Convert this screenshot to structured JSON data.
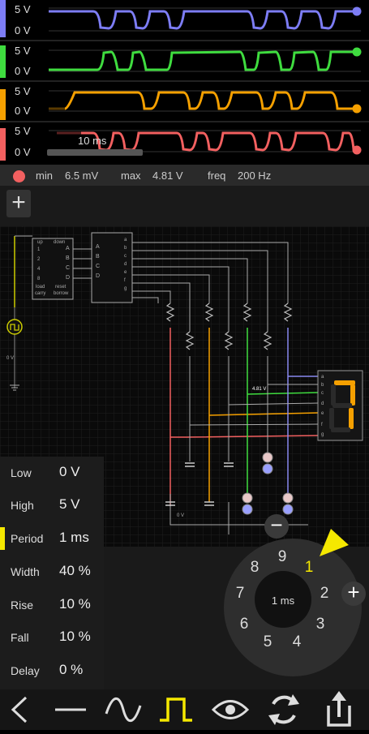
{
  "scope": {
    "channels": [
      {
        "color": "#7d7df5",
        "label_high": "5 V",
        "label_low": "0 V"
      },
      {
        "color": "#3fdc3f",
        "label_high": "5 V",
        "label_low": "0 V"
      },
      {
        "color": "#f5a000",
        "label_high": "5 V",
        "label_low": "0 V"
      },
      {
        "color": "#f26060",
        "label_high": "5 V",
        "label_low": "0 V"
      }
    ],
    "timescale": "10 ms"
  },
  "status": {
    "min_label": "min",
    "min_value": "6.5 mV",
    "max_label": "max",
    "max_value": "4.81 V",
    "freq_label": "freq",
    "freq_value": "200 Hz"
  },
  "add_label": "+",
  "circuit": {
    "counter_labels": {
      "up": "up",
      "down": "down",
      "load": "load",
      "reset": "reset",
      "carry": "carry",
      "borrow": "borrow",
      "in1": "1",
      "in2": "2",
      "in4": "4",
      "in8": "8",
      "outA": "A",
      "outB": "B",
      "outC": "C",
      "outD": "D"
    },
    "decoder_in": [
      "A",
      "B",
      "C",
      "D"
    ],
    "decoder_out": [
      "a",
      "b",
      "c",
      "d",
      "e",
      "f",
      "g"
    ],
    "segment_labels": [
      "a",
      "b",
      "c",
      "d",
      "e",
      "f",
      "g"
    ],
    "display_digit": "7",
    "ground_label": "0 V",
    "ground_label2": "0 V",
    "probe_value": "4.81 V"
  },
  "params": [
    {
      "label": "Low",
      "value": "0 V",
      "active": false
    },
    {
      "label": "High",
      "value": "5 V",
      "active": false
    },
    {
      "label": "Period",
      "value": "1 ms",
      "active": true
    },
    {
      "label": "Width",
      "value": "40 %",
      "active": false
    },
    {
      "label": "Rise",
      "value": "10 %",
      "active": false
    },
    {
      "label": "Fall",
      "value": "10 %",
      "active": false
    },
    {
      "label": "Delay",
      "value": "0 %",
      "active": false
    }
  ],
  "dial": {
    "center": "1 ms",
    "numbers": [
      "1",
      "2",
      "3",
      "4",
      "5",
      "6",
      "7",
      "8",
      "9"
    ],
    "selected": "1",
    "minus": "−",
    "plus": "+"
  },
  "toolbar": [
    {
      "icon": "back-icon"
    },
    {
      "icon": "dc-line-icon"
    },
    {
      "icon": "sine-wave-icon"
    },
    {
      "icon": "pulse-wave-icon",
      "active": true
    },
    {
      "icon": "eye-icon"
    },
    {
      "icon": "cycle-arrows-icon"
    },
    {
      "icon": "share-icon"
    }
  ],
  "colors": {
    "accent": "#f5e800",
    "blue": "#7d7df5",
    "green": "#3fdc3f",
    "orange": "#f5a000",
    "red": "#f26060"
  }
}
